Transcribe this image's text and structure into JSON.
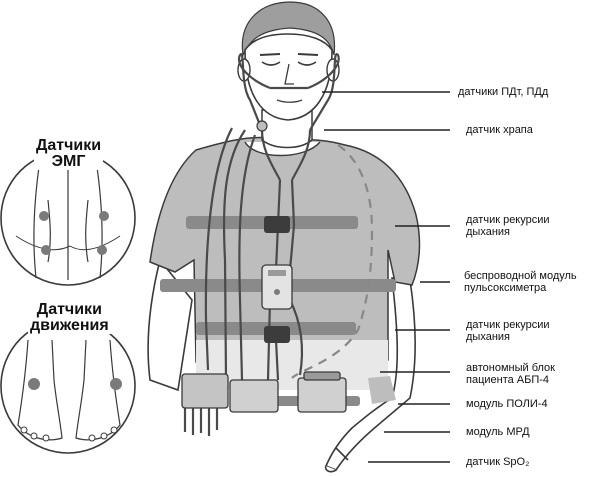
{
  "colors": {
    "skin": "#ffffff",
    "outline": "#3a3a3a",
    "shirt": "#bdbdbd",
    "belt": "#8a8a8a",
    "device": "#d0d0d0",
    "wire": "#4a4a4a"
  },
  "insets": {
    "emg_title_line1": "Датчики",
    "emg_title_line2": "ЭМГ",
    "motion_title_line1": "Датчики",
    "motion_title_line2": "движения"
  },
  "labels": [
    {
      "id": "pdt-pdd",
      "lines": [
        "датчики ПДт, ПДд"
      ]
    },
    {
      "id": "snore",
      "lines": [
        "датчик храпа"
      ]
    },
    {
      "id": "resp-upper",
      "lines": [
        "датчик рекурсии",
        "дыхания"
      ]
    },
    {
      "id": "oximeter",
      "lines": [
        "беспроводной модуль",
        "пульсоксиметра"
      ]
    },
    {
      "id": "resp-lower",
      "lines": [
        "датчик рекурсии",
        "дыхания"
      ]
    },
    {
      "id": "abp4",
      "lines": [
        "автономный блок",
        "пациента АБП-4"
      ]
    },
    {
      "id": "poly4",
      "lines": [
        "модуль ПОЛИ-4"
      ]
    },
    {
      "id": "mrd",
      "lines": [
        "модуль МРД"
      ]
    },
    {
      "id": "spo2",
      "lines": [
        "датчик SpO₂"
      ]
    }
  ]
}
